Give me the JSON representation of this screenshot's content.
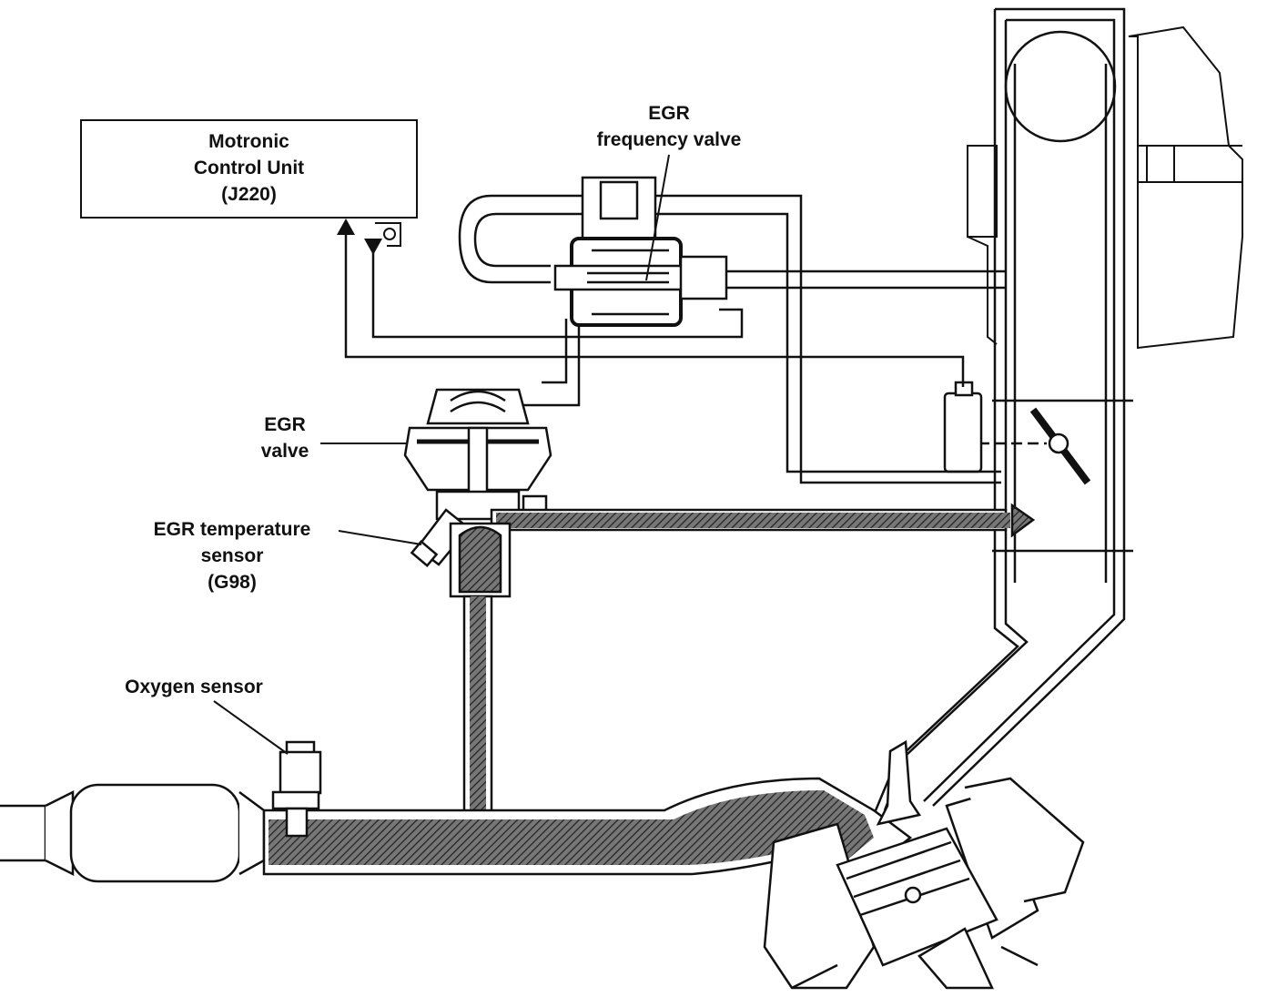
{
  "diagram": {
    "labels": {
      "ecu": [
        "Motronic",
        "Control Unit",
        "(J220)"
      ],
      "freq_valve": [
        "EGR",
        "frequency valve"
      ],
      "egr_valve": [
        "EGR",
        "valve"
      ],
      "temp_sensor": [
        "EGR temperature",
        "sensor",
        "(G98)"
      ],
      "oxygen_sensor": [
        "Oxygen sensor"
      ]
    },
    "colors": {
      "ink": "#111111",
      "exhaust_hatch": "#555555",
      "paper": "#ffffff"
    }
  }
}
